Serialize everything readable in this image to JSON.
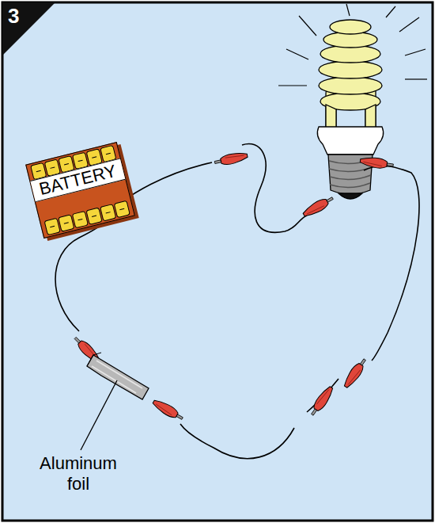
{
  "diagram": {
    "nodes": [
      {
        "text": [
          "BATTERY"
        ]
      }
    ],
    "labels": [
      "3",
      "Aluminum foil"
    ]
  }
}
